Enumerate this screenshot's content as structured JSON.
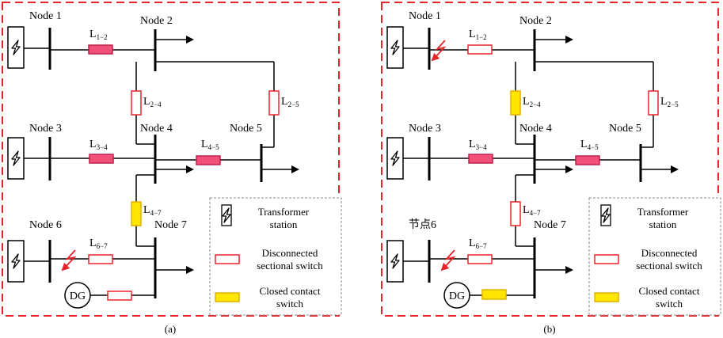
{
  "colors": {
    "frame": "#e8242a",
    "line": "#000000",
    "open_switch_border": "#e8242a",
    "closed_contact_fill": "#ffe600",
    "closed_contact_border": "#e0b000",
    "pink_switch_fill": "#f0507a",
    "pink_switch_border": "#c0204a",
    "fault_arrow": "#e8242a",
    "legend_border": "#888888"
  },
  "panels": [
    {
      "caption": "(a)",
      "nodes": {
        "n1": "Node 1",
        "n2": "Node 2",
        "n3": "Node 3",
        "n4": "Node 4",
        "n5": "Node 5",
        "n6": "Node 6",
        "n7": "Node 7"
      },
      "lines": {
        "l12": {
          "main": "L",
          "sub": "1−2"
        },
        "l24": {
          "main": "L",
          "sub": "2−4"
        },
        "l25": {
          "main": "L",
          "sub": "2−5"
        },
        "l34": {
          "main": "L",
          "sub": "3−4"
        },
        "l45": {
          "main": "L",
          "sub": "4−5"
        },
        "l47": {
          "main": "L",
          "sub": "4−7"
        },
        "l67": {
          "main": "L",
          "sub": "6−7"
        }
      },
      "dg": "DG",
      "legend": {
        "transformer": [
          "Transformer",
          "station"
        ],
        "disconnected": [
          "Disconnected",
          "sectional switch"
        ],
        "closed": [
          "Closed contact",
          "switch"
        ]
      }
    },
    {
      "caption": "(b)",
      "nodes": {
        "n1": "Node 1",
        "n2": "Node 2",
        "n3": "Node 3",
        "n4": "Node 4",
        "n5": "Node 5",
        "n6": "节点6",
        "n7": "Node 7"
      },
      "lines": {
        "l12": {
          "main": "L",
          "sub": "1−2"
        },
        "l24": {
          "main": "L",
          "sub": "2−4"
        },
        "l25": {
          "main": "L",
          "sub": "2−5"
        },
        "l34": {
          "main": "L",
          "sub": "3−4"
        },
        "l45": {
          "main": "L",
          "sub": "4−5"
        },
        "l47": {
          "main": "L",
          "sub": "4−7"
        },
        "l67": {
          "main": "L",
          "sub": "6−7"
        }
      },
      "dg": "DG",
      "legend": {
        "transformer": [
          "Transformer",
          "station"
        ],
        "disconnected": [
          "Disconnected",
          "sectional switch"
        ],
        "closed": [
          "Closed contact",
          "switch"
        ]
      }
    }
  ]
}
